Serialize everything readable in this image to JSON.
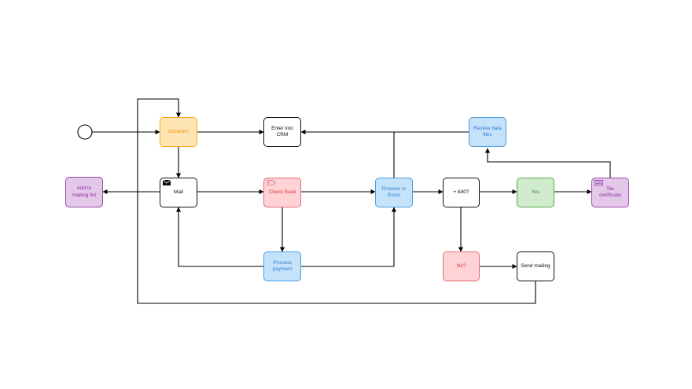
{
  "diagram": {
    "nodes": {
      "donation": "Donation",
      "enter_crm": "Enter into CRM",
      "review_data": "Review data files",
      "mail": "Mail",
      "check_bank": "Check Bank",
      "process_excel": "Process in Excel",
      "over_640": "+ €40?",
      "yes": "Yes",
      "tax_certificate": "Tax certificate",
      "add_mailing": "Add to mailing list",
      "process_payment": "Process payment",
      "no": "No?",
      "send_mailing": "Send mailing"
    },
    "icons": {
      "mail": "envelope-icon",
      "check_bank": "tag-icon",
      "tax_certificate": "certificate-icon"
    },
    "colors": {
      "orange": "#ffe5b4",
      "blue": "#c5e2fb",
      "red": "#ffd3d6",
      "green": "#d0ebcc",
      "purple": "#e3c8ea",
      "line": "#000000"
    }
  }
}
